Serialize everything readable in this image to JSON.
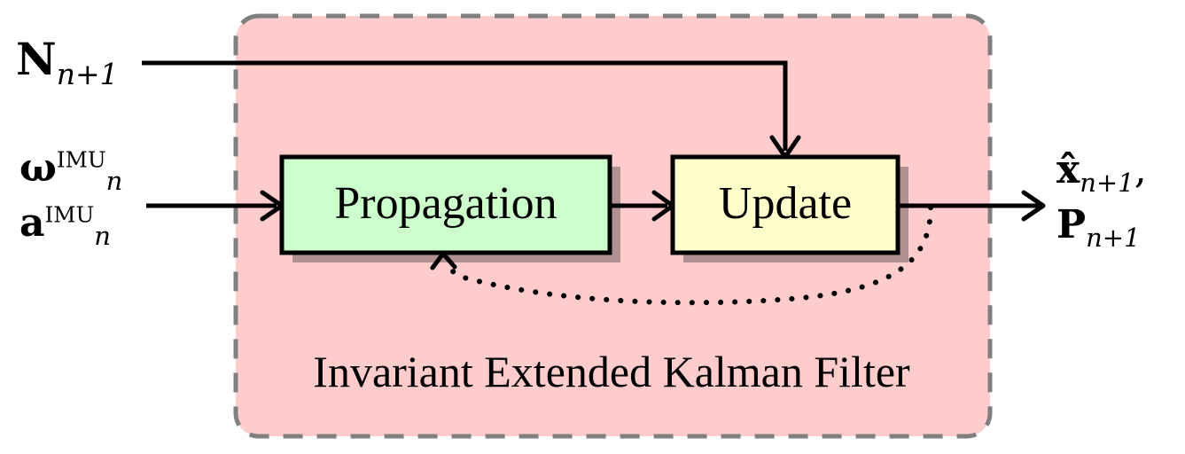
{
  "diagram": {
    "title": "Invariant Extended Kalman Filter block diagram",
    "container": {
      "caption": "Invariant Extended Kalman Filter",
      "fill_color": "#FFCCCC",
      "border_color": "#808080",
      "border_style": "dashed"
    },
    "blocks": [
      {
        "id": "propagation",
        "label": "Propagation",
        "fill_color": "#CCFFCC",
        "border_color": "#000000",
        "shadow_color": "#B09090"
      },
      {
        "id": "update",
        "label": "Update",
        "fill_color": "#FFFFCC",
        "border_color": "#000000",
        "shadow_color": "#B09090"
      }
    ],
    "inputs": {
      "measurement": {
        "symbol": "N",
        "subscript": "n+1",
        "description": "N_{n+1}"
      },
      "imu": [
        {
          "symbol": "ω",
          "superscript": "IMU",
          "subscript": "n"
        },
        {
          "symbol": "a",
          "superscript": "IMU",
          "subscript": "n"
        }
      ]
    },
    "outputs": [
      {
        "symbol": "x̂",
        "subscript": "n+1",
        "trailing": ","
      },
      {
        "symbol": "P",
        "subscript": "n+1",
        "trailing": ""
      }
    ],
    "edges": [
      {
        "id": "imu-to-propagation",
        "style": "solid",
        "arrow": "end"
      },
      {
        "id": "propagation-to-update",
        "style": "solid",
        "arrow": "end"
      },
      {
        "id": "measurement-to-update",
        "style": "solid",
        "arrow": "end"
      },
      {
        "id": "update-to-output",
        "style": "solid",
        "arrow": "end"
      },
      {
        "id": "feedback-update-to-propagation",
        "style": "dotted",
        "arrow": "end"
      }
    ]
  }
}
